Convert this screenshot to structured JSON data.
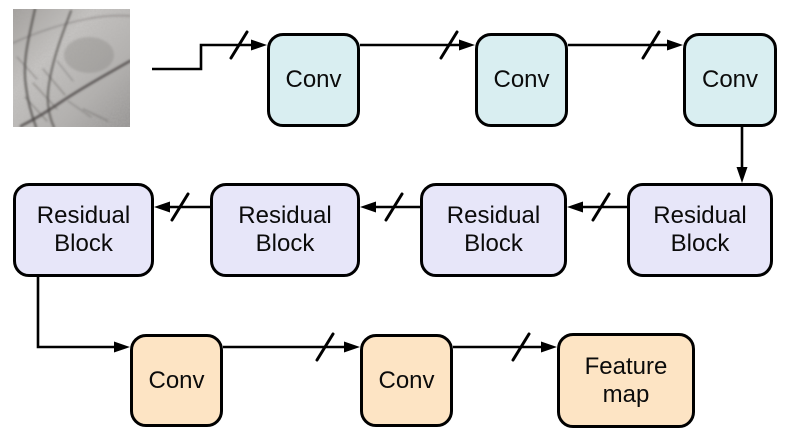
{
  "figure": {
    "input": {
      "kind": "palm-print-image"
    },
    "rows": {
      "top": [
        {
          "label": "Conv"
        },
        {
          "label": "Conv"
        },
        {
          "label": "Conv"
        }
      ],
      "middle": [
        {
          "label": "Residual Block",
          "line1": "Residual",
          "line2": "Block"
        },
        {
          "label": "Residual Block",
          "line1": "Residual",
          "line2": "Block"
        },
        {
          "label": "Residual Block",
          "line1": "Residual",
          "line2": "Block"
        },
        {
          "label": "Residual Block",
          "line1": "Residual",
          "line2": "Block"
        }
      ],
      "bottom": [
        {
          "label": "Conv"
        },
        {
          "label": "Conv"
        },
        {
          "label": "Feature map",
          "line1": "Feature",
          "line2": "map"
        }
      ]
    },
    "colors": {
      "top_conv_fill": "#d9eef1",
      "residual_fill": "#e7e6f9",
      "bottom_fill": "#fde4c4",
      "stroke": "#000000",
      "background": "#ffffff"
    }
  }
}
